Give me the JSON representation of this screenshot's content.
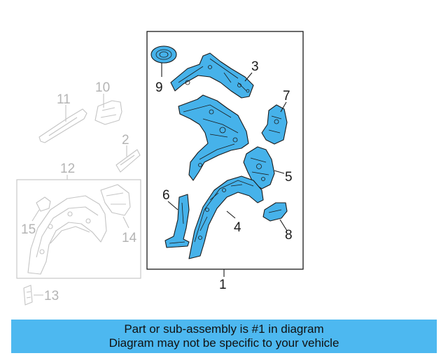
{
  "callouts": {
    "c1": "1",
    "c2": "2",
    "c3": "3",
    "c4": "4",
    "c5": "5",
    "c6": "6",
    "c7": "7",
    "c8": "8",
    "c9": "9",
    "c10": "10",
    "c11": "11",
    "c12": "12",
    "c13": "13",
    "c14": "14",
    "c15": "15"
  },
  "banner": {
    "line1": "Part or sub-assembly is #1 in diagram",
    "line2": "Diagram may not be specific to your vehicle"
  },
  "colors": {
    "highlight_part": "#46b2ea",
    "banner": "#4db8f0",
    "context_part": "#c4c4c4"
  }
}
